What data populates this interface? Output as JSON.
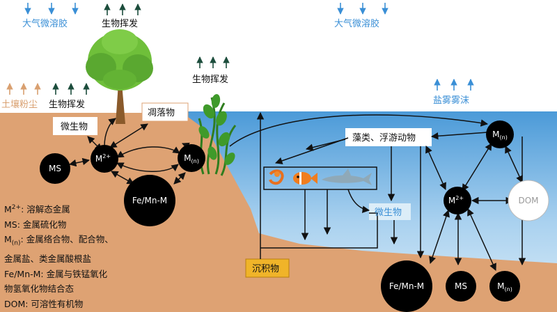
{
  "labels": {
    "aerosol": "大气微溶胶",
    "bio_volatilization": "生物挥发",
    "soil_dust": "土壤粉尘",
    "sea_spray": "盐雾雾沫",
    "microbes": "微生物",
    "litter": "凋落物",
    "algae_plankton": "藻类、浮游动物",
    "sediment": "沉积物"
  },
  "nodes": {
    "ms": "MS",
    "m_base": "M",
    "m2_sup": "2+",
    "mn_sub": "(n)",
    "femn": "Fe/Mn-M",
    "dom": "DOM"
  },
  "legend": [
    {
      "sym": "M",
      "sup": "2+",
      "sub": "",
      "text": ": 溶解态金属"
    },
    {
      "sym": "MS",
      "sup": "",
      "sub": "",
      "text": ": 金属硫化物"
    },
    {
      "sym": "M",
      "sup": "",
      "sub": "(n)",
      "text": ": 金属络合物、配合物、"
    },
    {
      "sym": "",
      "sup": "",
      "sub": "",
      "text": "金属盐、类金属酸根盐"
    },
    {
      "sym": "Fe/Mn-M",
      "sup": "",
      "sub": "",
      "text": ": 金属与铁锰氧化"
    },
    {
      "sym": "",
      "sup": "",
      "sub": "",
      "text": "物氢氧化物结合态"
    },
    {
      "sym": "DOM",
      "sup": "",
      "sub": "",
      "text": ": 可溶性有机物"
    }
  ],
  "colors": {
    "soil": "#dea273",
    "water_top": "#4b9ad8",
    "water_bottom": "#cfe6f6",
    "node": "#000000",
    "label_blue": "#3a8fd6",
    "arrow_green": "#1c4d3c",
    "arrow_tan": "#d9a070",
    "sediment_box": "#f0b429"
  }
}
